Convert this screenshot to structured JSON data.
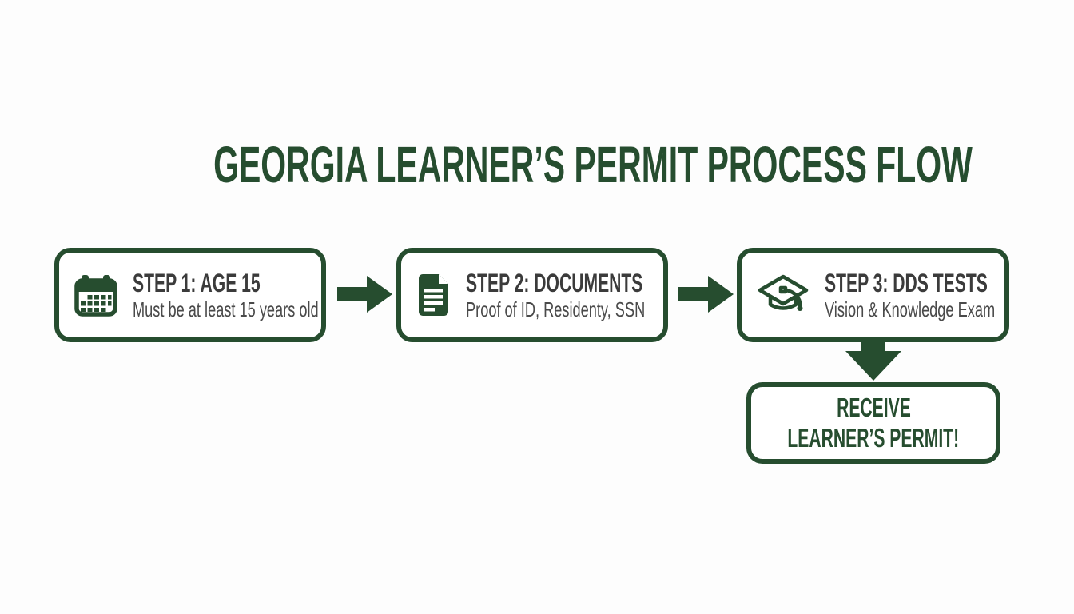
{
  "title": "GEORGIA LEARNER’S PERMIT PROCESS FLOW",
  "colors": {
    "green": "#264d2f",
    "heading_gray": "#3b3b3b",
    "subtitle_gray": "#4a4a4a",
    "background": "#fdfdfd",
    "box_background": "#ffffff"
  },
  "steps": [
    {
      "icon": "calendar-icon",
      "heading": "STEP 1: AGE 15",
      "subtitle": "Must be at least 15 years old"
    },
    {
      "icon": "document-icon",
      "heading": "STEP 2: DOCUMENTS",
      "subtitle": "Proof of ID, Residenty, SSN"
    },
    {
      "icon": "graduation-cap-icon",
      "heading": "STEP 3: DDS TESTS",
      "subtitle": "Vision & Knowledge Exam"
    }
  ],
  "connectors": [
    "arrow-right-icon",
    "arrow-right-icon",
    "arrow-down-icon"
  ],
  "final": {
    "line1": "RECEIVE",
    "line2": "LEARNER’S PERMIT!"
  }
}
